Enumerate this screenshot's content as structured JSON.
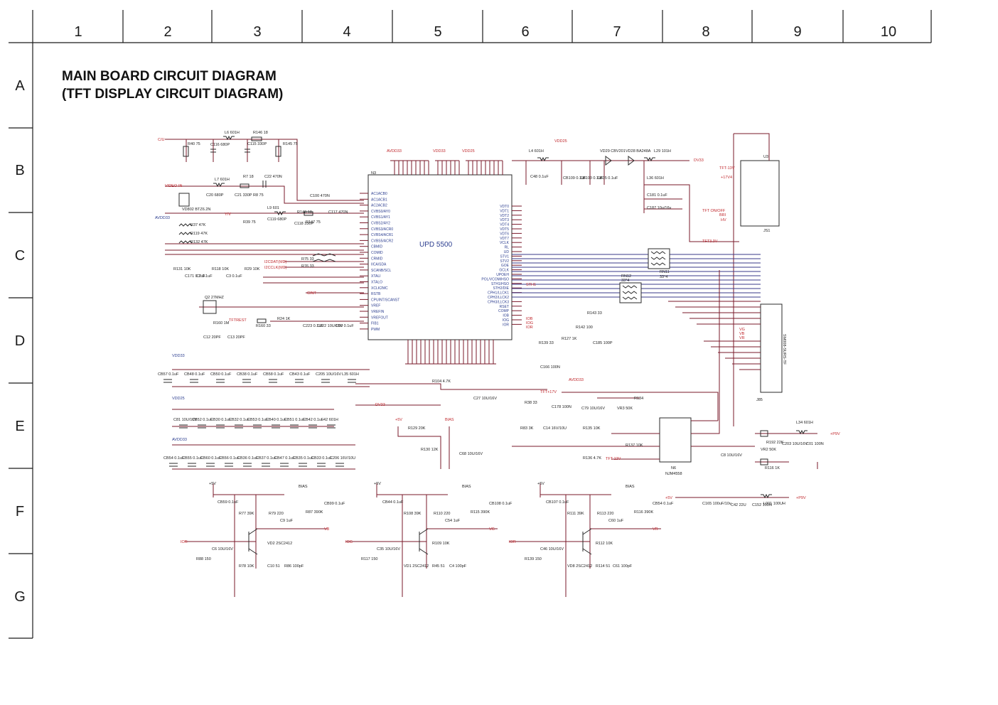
{
  "frame": {
    "columns": [
      "1",
      "2",
      "3",
      "4",
      "5",
      "6",
      "7",
      "8",
      "9",
      "10"
    ],
    "rows": [
      "A",
      "B",
      "C",
      "D",
      "E",
      "F",
      "G"
    ]
  },
  "title": {
    "line1": "MAIN BOARD CIRCUIT DIAGRAM",
    "line2": "(TFT DISPLAY CIRCUIT DIAGRAM)"
  },
  "ics": {
    "n3_ref": "N3",
    "n3_name": "UPD 5500",
    "u3_ref": "U3",
    "u3_sub": "JS1",
    "j85_ref": "J85",
    "j85_type": "SM008-SURS-TF",
    "n6_ref": "N6",
    "n6_type": "NJM4558",
    "rn11": "RN11",
    "rn11_val": "33*4",
    "rn12": "RN12",
    "rn12_val": "33*4"
  },
  "n3_left_pins": [
    "AC1ACB0",
    "AC1ACB1",
    "AC2ACB2",
    "CVBS0/AY0",
    "CVBS1/AY1",
    "CVBS2/AY2",
    "CVBS3/ACR0",
    "CVBS4/ACR1",
    "CVBS5/ACR2",
    "CBMID",
    "COMID",
    "CRMID",
    "IICA/SDA",
    "SCANB/SCL",
    "XTALI",
    "XTALO",
    "XCLK2MC",
    "RSTB",
    "CPUINT/SCANST",
    "VREF",
    "VREFIN",
    "VREFOUT",
    "FIB1",
    "PWM"
  ],
  "n3_right_pins": [
    "VDT0",
    "VDT1",
    "VDT2",
    "VDT3",
    "VDT4",
    "VDT5",
    "VDT6",
    "VDT7",
    "VCLK",
    "RL",
    "UD",
    "STV1",
    "STV2",
    "GOE",
    "GCLK",
    "UPOEH",
    "POL/VCOM/HSO",
    "STH1/HSO",
    "STH2/DIE",
    "CPH1/LLCK1",
    "CPH2/LLCK2",
    "CPH3/LLCK3",
    "RSET",
    "COMP",
    "IOB",
    "IOG",
    "IOR"
  ],
  "nets": {
    "cu": "C/U",
    "video_in": "VIDEO-IN",
    "yv": "Y/V",
    "avdd33": "AVDD33",
    "vdd33": "VDD33",
    "vdd25": "VDD25",
    "dv33": "DV33",
    "i2cdat": "I2CDAT(MD)",
    "i2cclk": "I2CCLK(MC)",
    "cint": "CINT",
    "tftrest": "TFTREST",
    "tft13": "TFT-13V",
    "tft17": "+17V4",
    "tft_on": "TFT ON/OFF",
    "tft3v": "TFT3.3V",
    "tftp17": "TFT+17V",
    "tftm13": "TFT-13V",
    "p5v": "+5V",
    "p5v_b": "+5V",
    "p9v": "+P9V",
    "bias": "BIAS",
    "vb": "VB",
    "vg": "VG",
    "vr": "VR",
    "iob": "IOB",
    "iog": "IOG",
    "ior": "IOR",
    "sth1": "STH1",
    "bri": "BRI",
    "hv": "HV"
  },
  "components": {
    "top_left": [
      "R40 75",
      "C116 680P",
      "L6 601H",
      "R146 18",
      "C115 330P",
      "R145 75",
      "L7 601H",
      "R7 18",
      "C22 470N",
      "C20 680P",
      "C21 330P",
      "R8 75",
      "VD802 BTZ6.2N",
      "L9 601",
      "C119 680P",
      "R148 18",
      "C118 330P",
      "R147 75",
      "C117 470N",
      "R39 75",
      "R37 47K",
      "R119 47K",
      "R132 47K",
      "R131 10K",
      "C171 0.1uF",
      "C7 0.1uF",
      "R118 10K",
      "C3 0.1uF",
      "R29 10K",
      "Q2 27MHZ",
      "R160 1M",
      "C12 20PF",
      "C13 20PF",
      "R160 33",
      "R24 1K",
      "C223 0.1uF",
      "C222 10U/16V",
      "C50 0.1uF",
      "R75 33",
      "R76 33",
      "C100 470N"
    ],
    "decoupling_row1": [
      "CB57 0.1uF",
      "CB48 0.1uF",
      "CB50 0.1uF",
      "CB38 0.1uF",
      "CB58 0.1uF",
      "CB43 0.1uF",
      "C205 10U/16V",
      "L35 601H"
    ],
    "decoupling_row2": [
      "C81 10U/16V",
      "CB52 0.1uF",
      "CB30 0.1uF",
      "CB32 0.1uF",
      "CB53 0.1uF",
      "CB40 0.1uF",
      "CB51 0.1uF",
      "CB42 0.1uF",
      "L42 601H"
    ],
    "decoupling_row3": [
      "CB54 0.1uF",
      "CB55 0.1uF",
      "CB60 0.1uF",
      "CB56 0.1uF",
      "CB36 0.1uF",
      "CB37 0.1uF",
      "CB47 0.1uF",
      "CB35 0.1uF",
      "CB33 0.1uF",
      "C206 16V/10U"
    ],
    "middle": [
      "R104 4.7K",
      "C27 10U/16V",
      "R129 20K",
      "R130 12K",
      "C68 10U/16V",
      "L4 601H",
      "C48 0.1uF",
      "CB109 0.1uF",
      "CB103 0.1uF",
      "CB35 0.1uF",
      "VD29 CBV201",
      "VD28 BA248A",
      "L29 101H",
      "L36 601H",
      "C181 0.1uF",
      "C187 10u/16v",
      "R139 33",
      "R127 1K",
      "C166 100N",
      "R143 33",
      "R142 100",
      "C185 100P",
      "R38 33",
      "R83 3K",
      "C14 16V/10U",
      "C178 100N",
      "C79 10U/16V",
      "VR3 50K",
      "R135 10K",
      "R137 10K",
      "R136 4.7K",
      "R134 ",
      "C8 10U/16V",
      "R192 22K",
      "VR2 50K",
      "R116 1K",
      "C203 10U/16V",
      "C01 100N",
      "L34 601H",
      "L001 100UH",
      "C165 100uF/10v",
      "C42 22U",
      "C152 100N"
    ],
    "drivers": [
      "CB59 0.1uF",
      "R77 39K",
      "R79 220",
      "C9 1uF",
      "R87 390K",
      "CB99 0.1uF",
      "C6 10U/16V",
      "R88 150",
      "VD2 2SC2412",
      "R78 10K",
      "C10 51",
      "R86 100pF",
      "CB44 0.1uF",
      "R108 39K",
      "R110 220",
      "C54 1uF",
      "R115 390K",
      "CB108 0.1uF",
      "C35 10U/16V",
      "R117 150",
      "R109 10K",
      "VD1 2SC2412",
      "R45 51",
      "C4 100pF",
      "CB107 0.1uF",
      "R111 39K",
      "R113 220",
      "C60 1uF",
      "R116 390K",
      "CB54 0.1uF",
      "C46 10U/16V",
      "R139 150",
      "R112 10K",
      "VD8 2SC2412",
      "R114 51",
      "C61 100pF"
    ]
  }
}
